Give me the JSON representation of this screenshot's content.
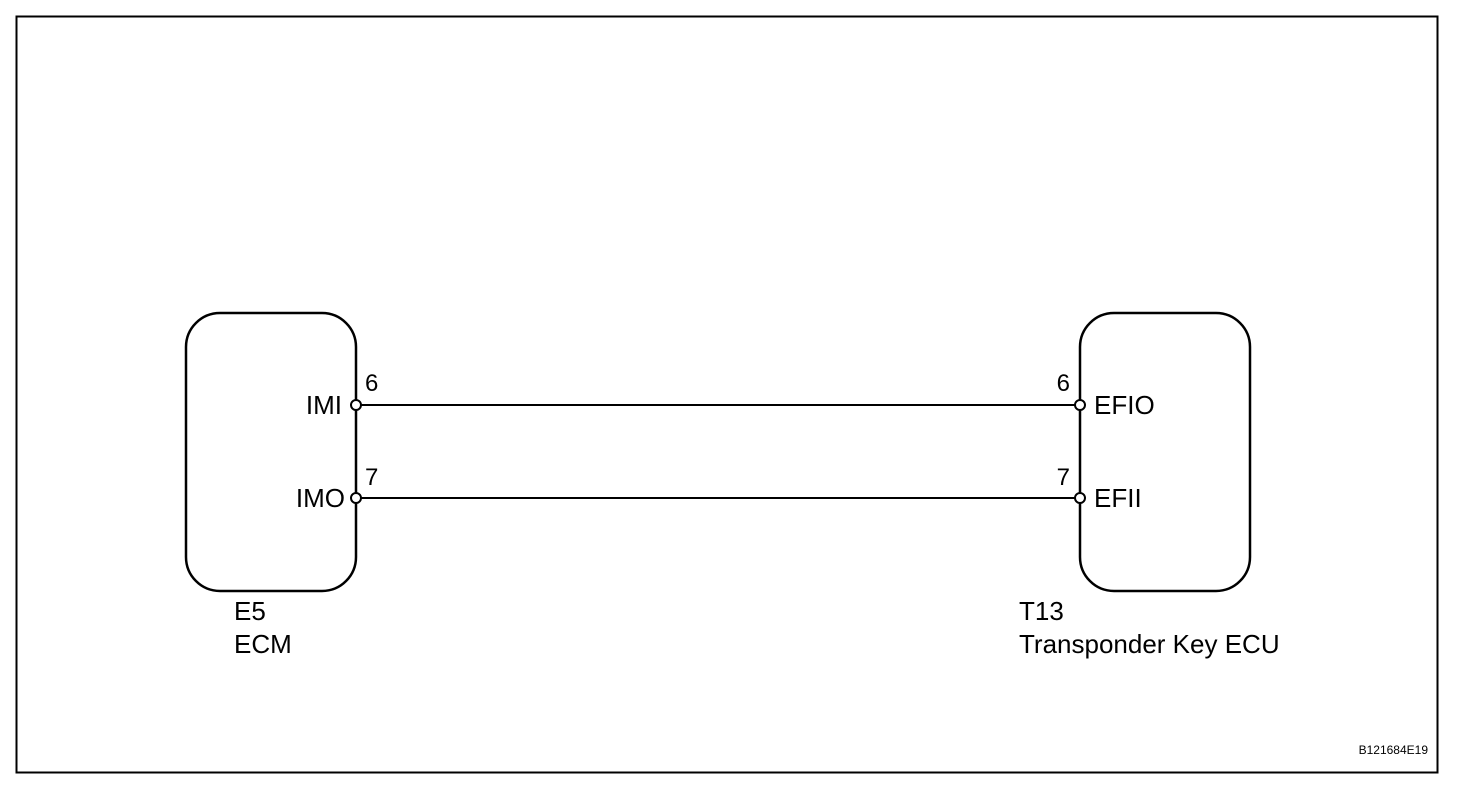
{
  "colors": {
    "line": "#000000",
    "background": "#ffffff"
  },
  "components": {
    "ecm": {
      "connector": "E5",
      "name": "ECM",
      "pins": [
        {
          "number": "6",
          "terminal": "IMI"
        },
        {
          "number": "7",
          "terminal": "IMO"
        }
      ]
    },
    "transponder": {
      "connector": "T13",
      "name": "Transponder Key ECU",
      "pins": [
        {
          "number": "6",
          "terminal": "EFIO"
        },
        {
          "number": "7",
          "terminal": "EFII"
        }
      ]
    }
  },
  "reference_code": "B121684E19"
}
